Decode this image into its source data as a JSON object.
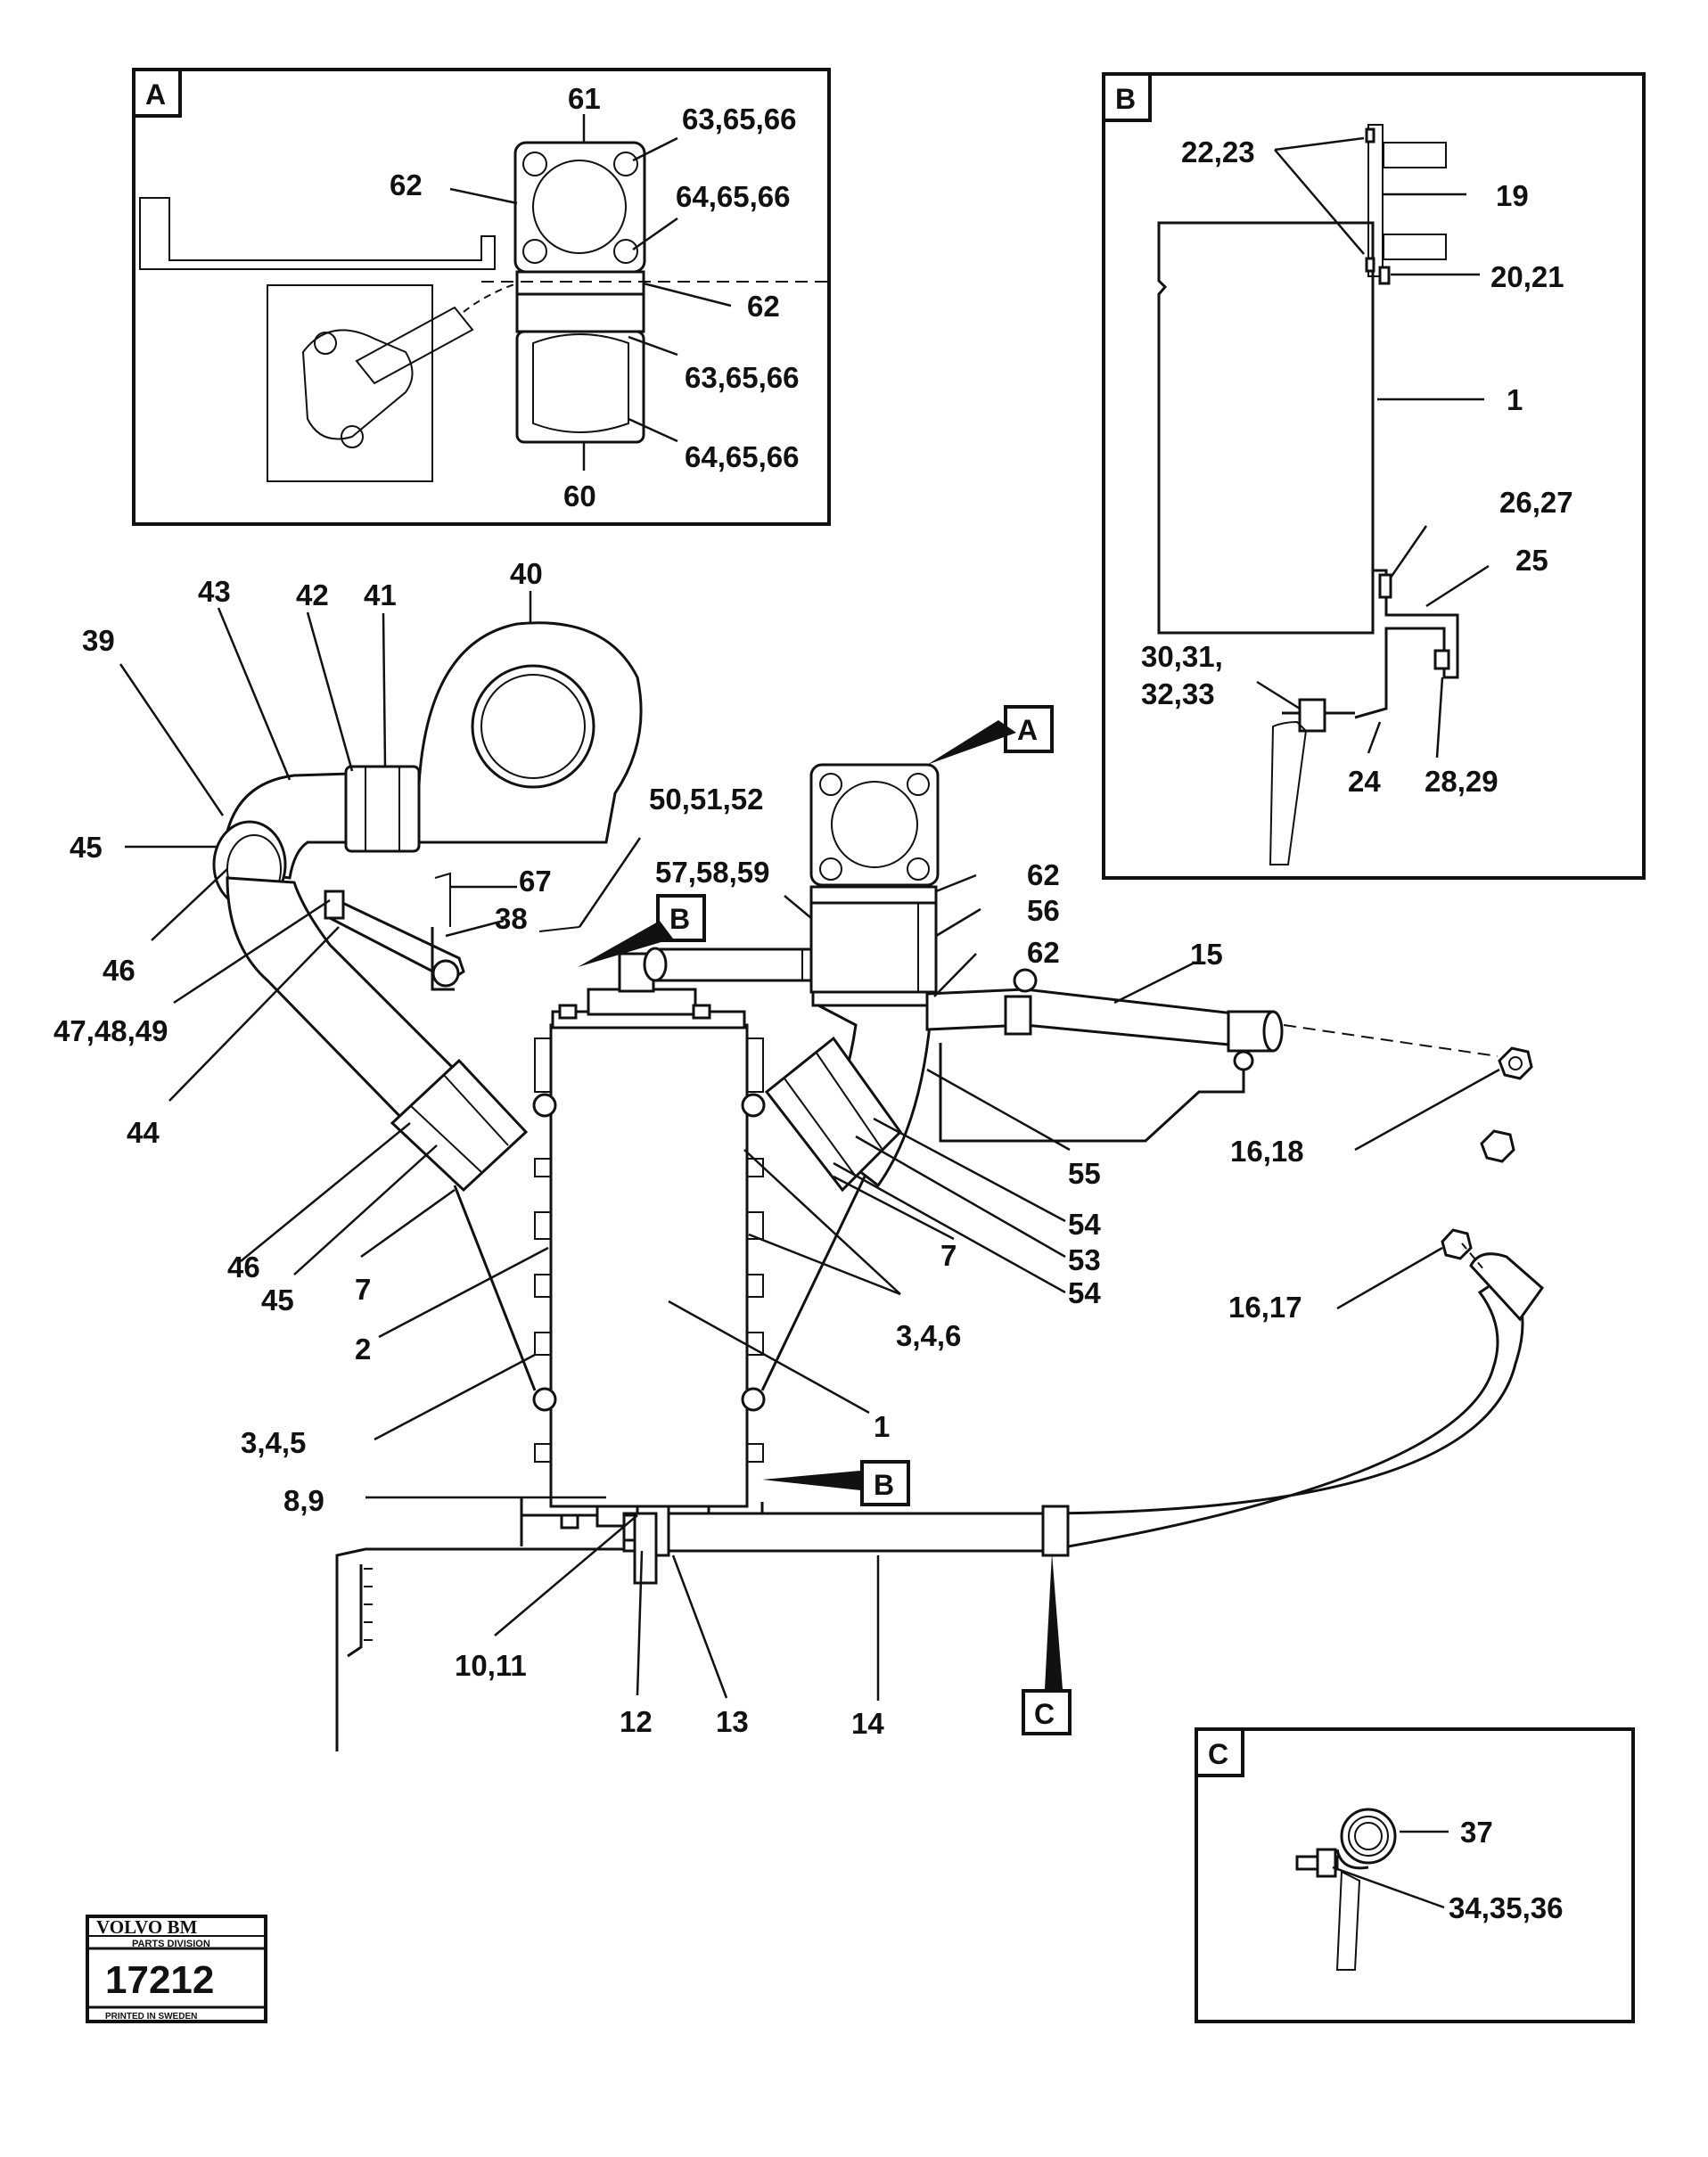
{
  "boxes": {
    "a": "A",
    "b": "B",
    "c": "C"
  },
  "detail_a": {
    "l61": "61",
    "l62a": "62",
    "l636566a": "63,65,66",
    "l646566a": "64,65,66",
    "l62b": "62",
    "l636566b": "63,65,66",
    "l646566b": "64,65,66",
    "l60": "60"
  },
  "detail_b": {
    "l2223": "22,23",
    "l19": "19",
    "l2021": "20,21",
    "l1": "1",
    "l2627": "26,27",
    "l25": "25",
    "l3031": "30,31,",
    "l3233": "32,33",
    "l24": "24",
    "l2829": "28,29"
  },
  "detail_c": {
    "l37": "37",
    "l343536": "34,35,36"
  },
  "main": {
    "l40": "40",
    "l43": "43",
    "l42": "42",
    "l41": "41",
    "l39": "39",
    "l45a": "45",
    "l46a": "46",
    "l505152": "50,51,52",
    "l67": "67",
    "l38": "38",
    "l474849": "47,48,49",
    "l44": "44",
    "l575859": "57,58,59",
    "l62a": "62",
    "l56": "56",
    "l62b": "62",
    "l15": "15",
    "l55": "55",
    "l1618": "16,18",
    "l54a": "54",
    "l53": "53",
    "l54b": "54",
    "l7a": "7",
    "l7b": "7",
    "l346": "3,4,6",
    "l1617": "16,17",
    "l46b": "46",
    "l45b": "45",
    "l2": "2",
    "l1": "1",
    "l345": "3,4,5",
    "l89": "8,9",
    "l1011": "10,11",
    "l12": "12",
    "l13": "13",
    "l14": "14",
    "callout_a": "A",
    "callout_b1": "B",
    "callout_b2": "B",
    "callout_c": "C"
  },
  "logo": {
    "brand": "VOLVO BM",
    "division": "PARTS DIVISION",
    "number": "17212",
    "printed": "PRINTED IN SWEDEN"
  }
}
